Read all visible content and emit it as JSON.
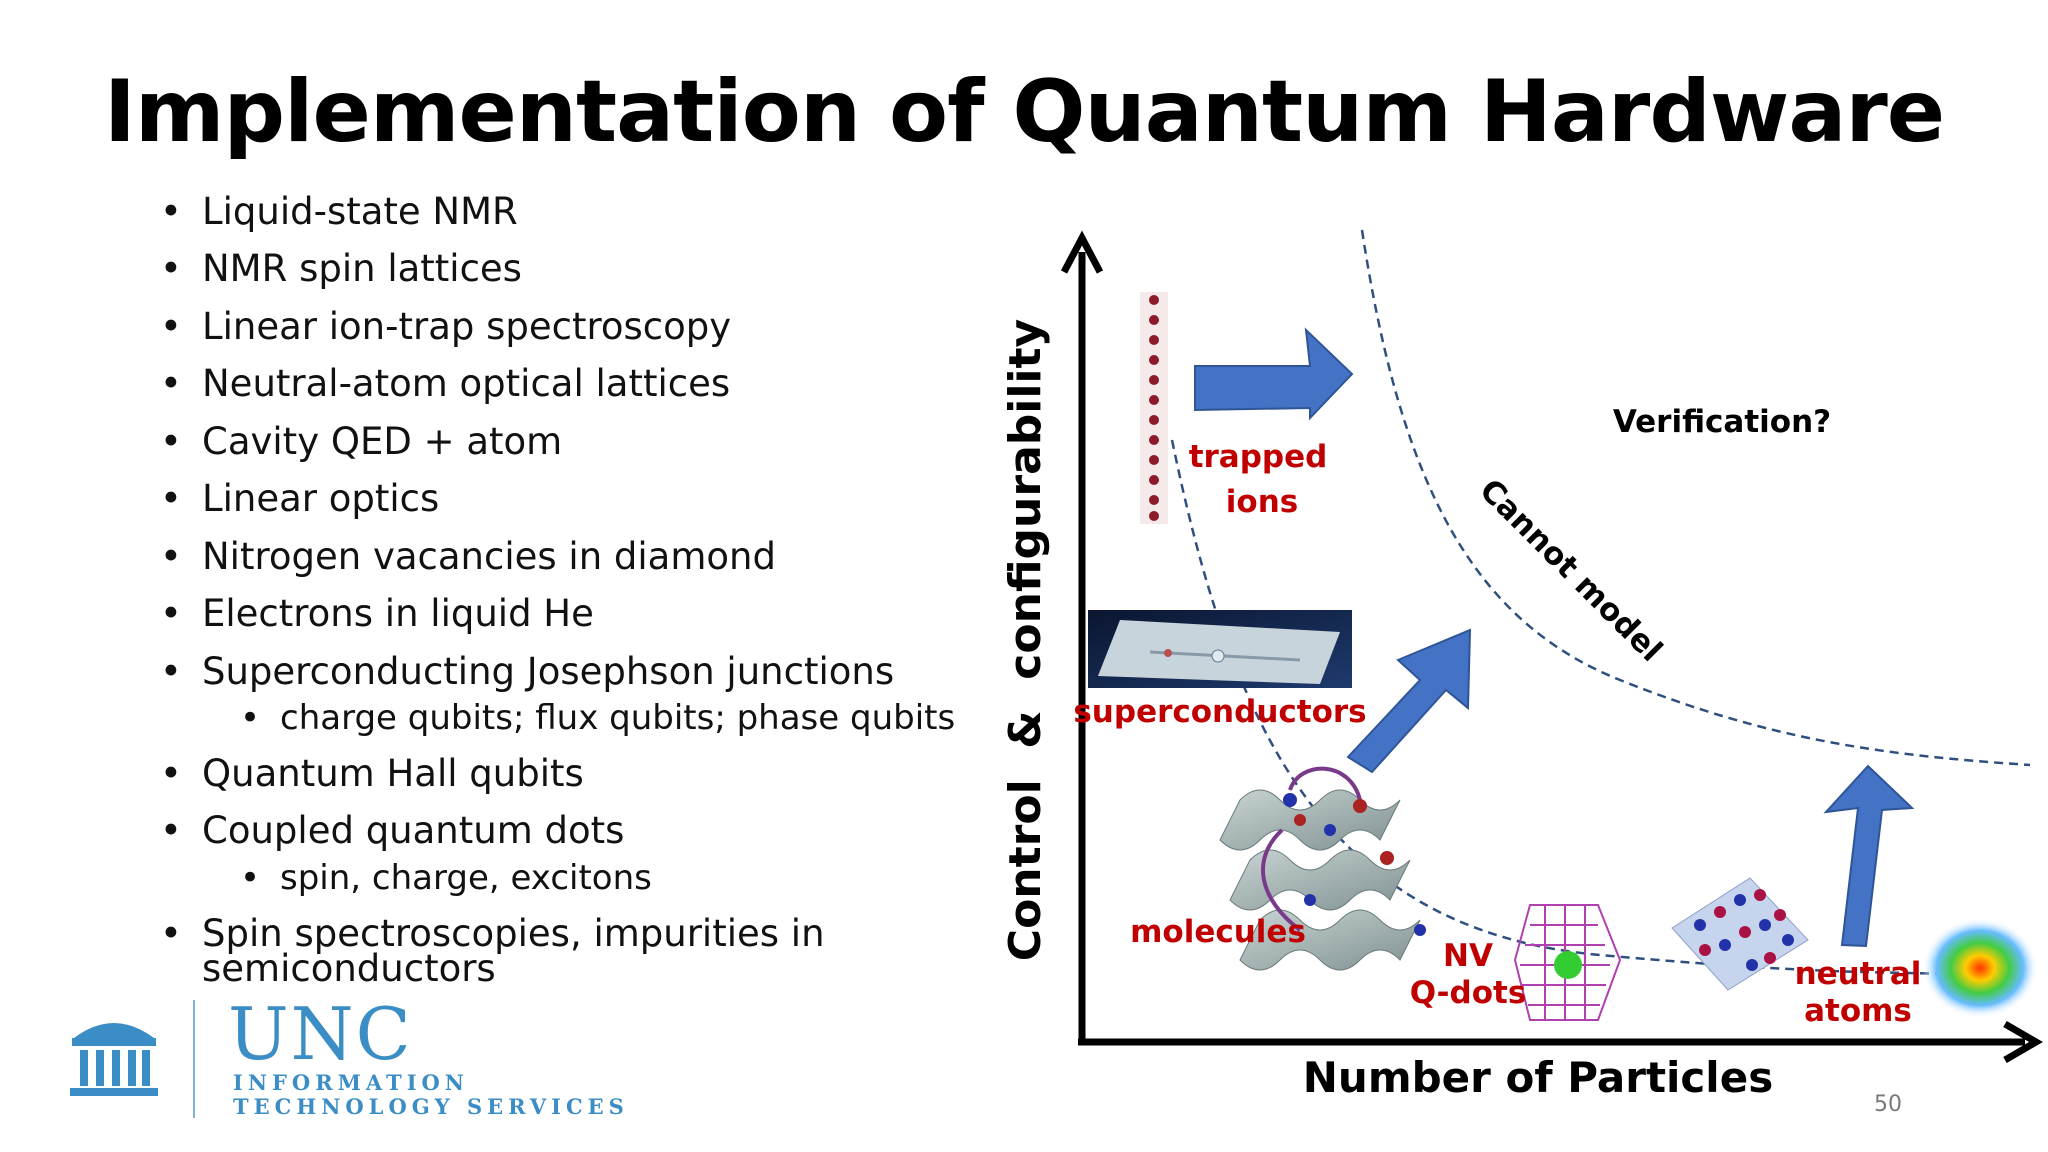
{
  "title": "Implementation of Quantum Hardware",
  "bullets": [
    {
      "text": "Liquid-state NMR",
      "level": 1
    },
    {
      "text": "NMR spin lattices",
      "level": 1
    },
    {
      "text": "Linear ion-trap spectroscopy",
      "level": 1
    },
    {
      "text": "Neutral-atom optical lattices",
      "level": 1
    },
    {
      "text": "Cavity QED + atom",
      "level": 1
    },
    {
      "text": "Linear optics",
      "level": 1
    },
    {
      "text": "Nitrogen vacancies in diamond",
      "level": 1
    },
    {
      "text": "Electrons in liquid He",
      "level": 1
    },
    {
      "text": "Superconducting Josephson junctions",
      "level": 1
    },
    {
      "text": "charge qubits; flux qubits; phase qubits",
      "level": 2
    },
    {
      "text": "Quantum Hall qubits",
      "level": 1
    },
    {
      "text": "Coupled quantum dots",
      "level": 1
    },
    {
      "text": "spin, charge, excitons",
      "level": 2
    },
    {
      "text": "Spin spectroscopies, impurities in",
      "level": 1
    },
    {
      "text": "semiconductors",
      "level": 1
    }
  ],
  "diagram": {
    "y_axis_label": "Control  &  configurability",
    "x_axis_label": "Number of Particles",
    "labels": {
      "trapped": "trapped",
      "ions": "ions",
      "superconductors": "superconductors",
      "molecules": "molecules",
      "nv": "NV",
      "qdots": "Q-dots",
      "neutral": "neutral",
      "atoms": "atoms",
      "verification": "Verification?",
      "cannot_model": "Cannot model"
    },
    "colors": {
      "label_red": "#c00000",
      "arrow_blue": "#4472c4",
      "curve": "#2f4f7f"
    }
  },
  "logo": {
    "name": "UNC",
    "line1": "INFORMATION",
    "line2": "TECHNOLOGY SERVICES",
    "icon": "old-well-icon"
  },
  "page_number": "50"
}
